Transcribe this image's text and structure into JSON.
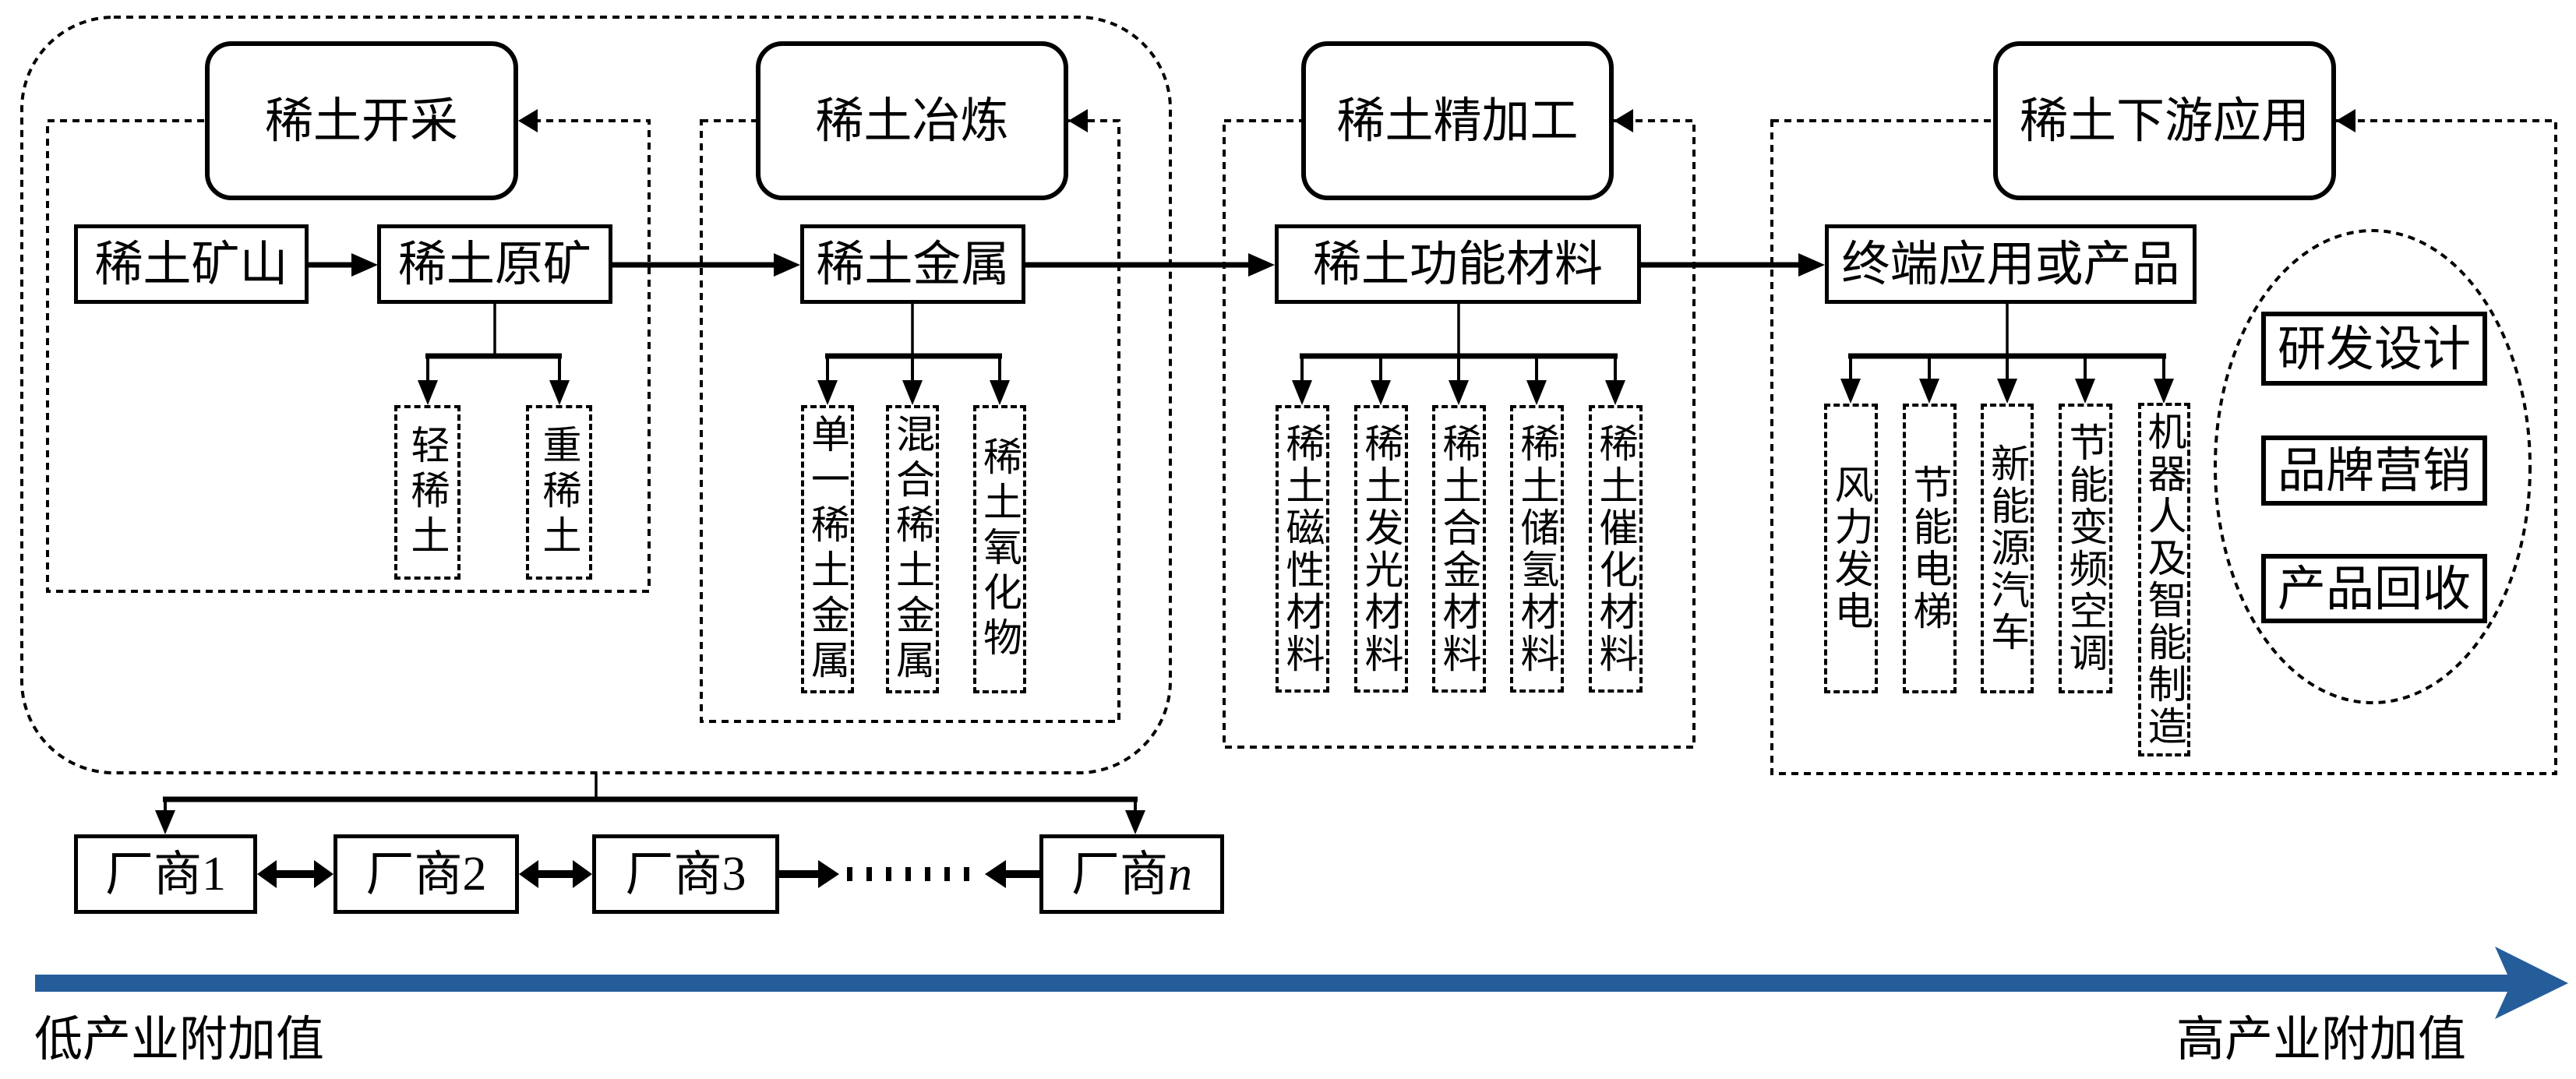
{
  "stages": {
    "mining": {
      "title": "稀土开采"
    },
    "smelting": {
      "title": "稀土冶炼"
    },
    "processing": {
      "title": "稀土精加工"
    },
    "downstream": {
      "title": "稀土下游应用"
    }
  },
  "chain": {
    "mine": "稀土矿山",
    "raw_ore": "稀土原矿",
    "metal": "稀土金属",
    "functional_materials": "稀土功能材料",
    "end_products": "终端应用或产品"
  },
  "ore_types": [
    "轻稀土",
    "重稀土"
  ],
  "metal_types": [
    "单一稀土金属",
    "混合稀土金属",
    "稀土氧化物"
  ],
  "material_types": [
    "稀土磁性材料",
    "稀土发光材料",
    "稀土合金材料",
    "稀土储氢材料",
    "稀土催化材料"
  ],
  "applications": [
    "风力发电",
    "节能电梯",
    "新能源汽车",
    "节能变频空调",
    "机器人及智能制造"
  ],
  "services": [
    "研发设计",
    "品牌营销",
    "产品回收"
  ],
  "vendors": [
    {
      "prefix": "厂商",
      "index": "1"
    },
    {
      "prefix": "厂商",
      "index": "2"
    },
    {
      "prefix": "厂商",
      "index": "3"
    },
    {
      "prefix": "厂商",
      "index": "n"
    }
  ],
  "value_axis": {
    "low_label": "低产业附加值",
    "high_label": "高产业附加值",
    "arrow_color": "#255d9b"
  }
}
